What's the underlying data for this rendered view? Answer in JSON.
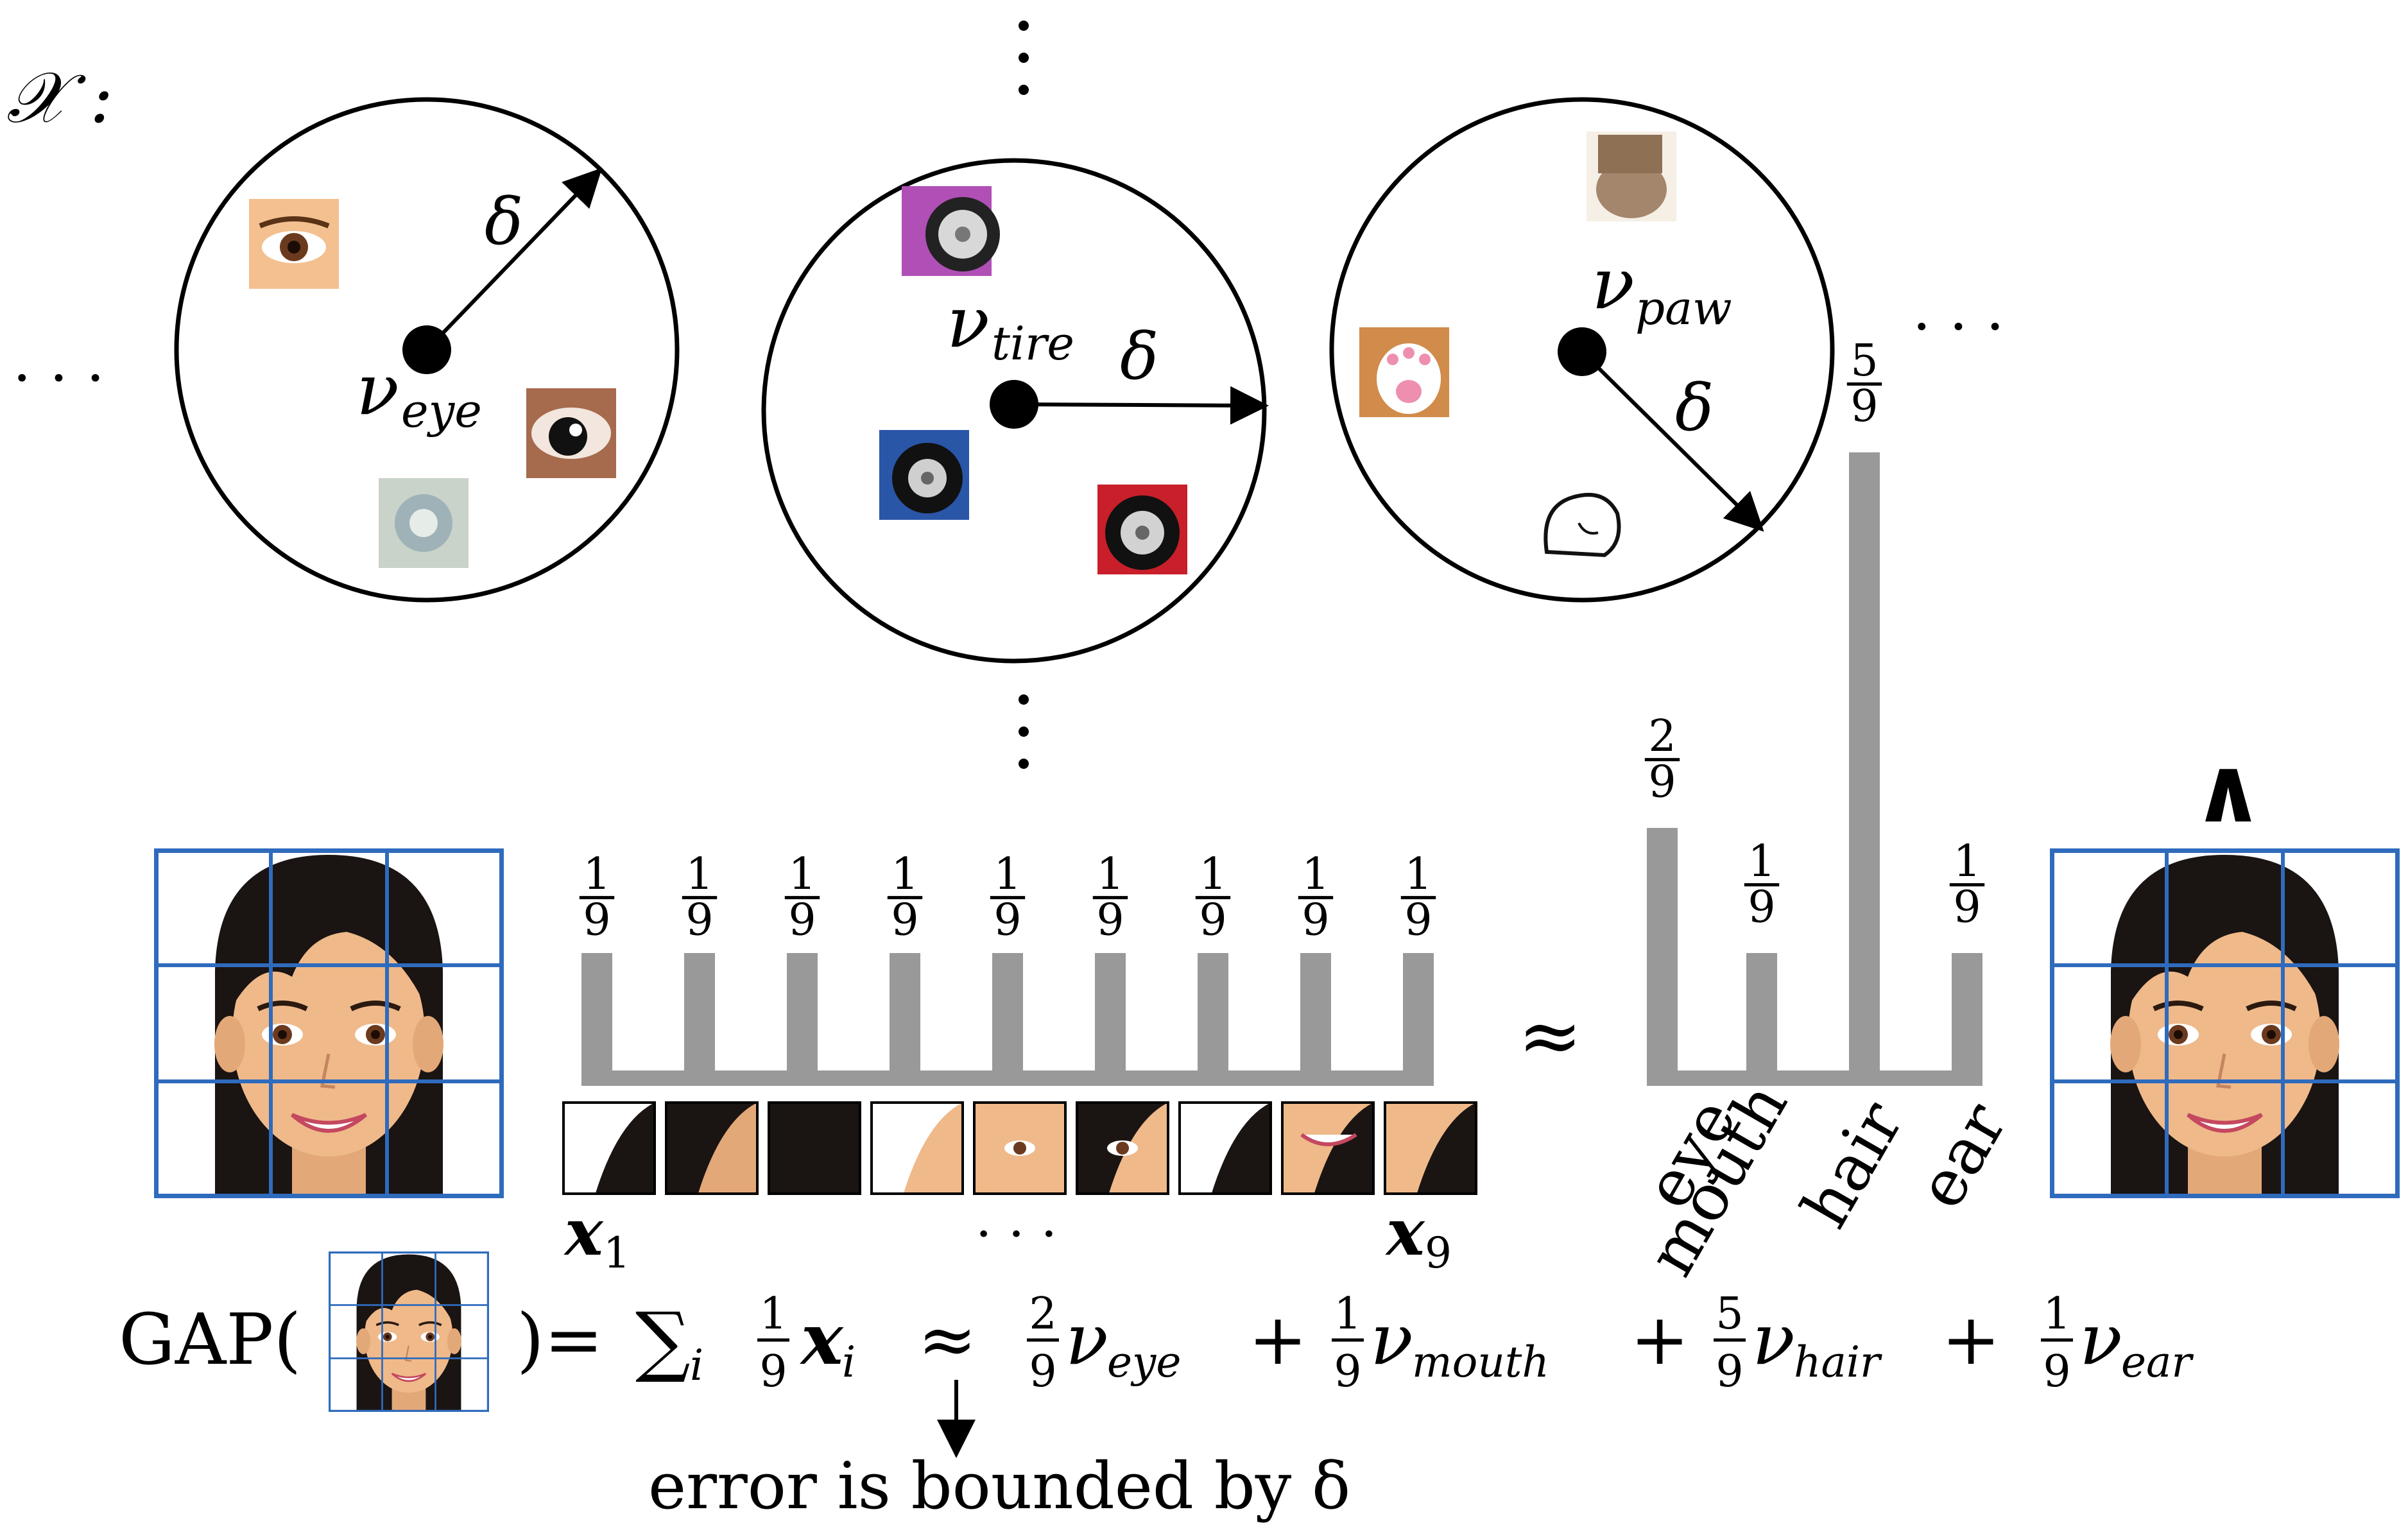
{
  "space_symbol": "𝒳 :",
  "ellipsis_h": "· · ·",
  "delta": "δ",
  "prototypes": [
    {
      "name": "ν",
      "sub": "eye"
    },
    {
      "name": "ν",
      "sub": "tire"
    },
    {
      "name": "ν",
      "sub": "paw"
    }
  ],
  "patch_weights": [
    "1",
    "9"
  ],
  "patch_labels": {
    "first_x": "x",
    "first_sub": "1",
    "last_x": "x",
    "last_sub": "9",
    "middle": "· · ·"
  },
  "approx_symbol": "≈",
  "wedge_symbol": "∧",
  "concept_hist": {
    "labels": [
      "eye",
      "mouth",
      "hair",
      "ear"
    ],
    "weights": [
      {
        "num": "2",
        "den": "9",
        "value": 0.2222
      },
      {
        "num": "1",
        "den": "9",
        "value": 0.1111
      },
      {
        "num": "5",
        "den": "9",
        "value": 0.5556
      },
      {
        "num": "1",
        "den": "9",
        "value": 0.1111
      }
    ]
  },
  "patch_hist": {
    "values": [
      0.1111,
      0.1111,
      0.1111,
      0.1111,
      0.1111,
      0.1111,
      0.1111,
      0.1111,
      0.1111
    ]
  },
  "equation": {
    "gap_open": "GAP(",
    "gap_close": ")=",
    "sum": "∑",
    "sum_sub": "i",
    "frac_num": "1",
    "frac_den": "9",
    "xi": "x",
    "xi_sub": "i",
    "approx": "≈",
    "plus": "+",
    "terms": [
      {
        "num": "2",
        "den": "9",
        "sub": "eye"
      },
      {
        "num": "1",
        "den": "9",
        "sub": "mouth"
      },
      {
        "num": "5",
        "den": "9",
        "sub": "hair"
      },
      {
        "num": "1",
        "den": "9",
        "sub": "ear"
      }
    ]
  },
  "error_note": "error is bounded by δ"
}
